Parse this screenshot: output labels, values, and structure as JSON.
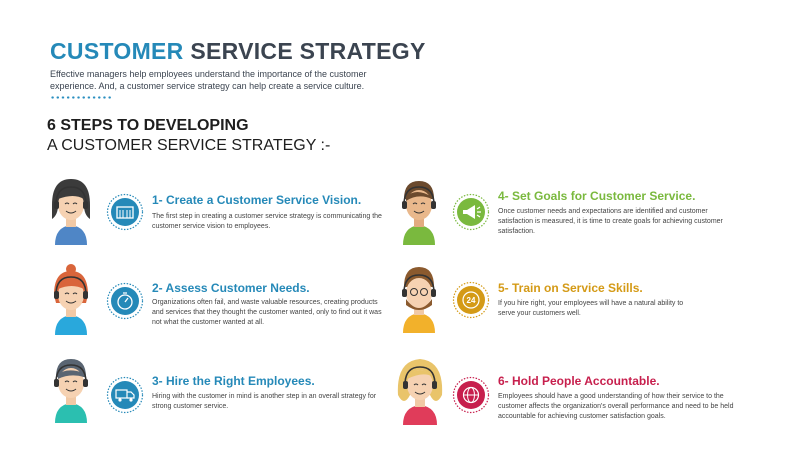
{
  "header": {
    "title_accent": "CUSTOMER",
    "title_rest": "SERVICE STRATEGY",
    "intro": "Effective managers help employees understand the importance of the customer experience. And, a customer service strategy can help create a service culture."
  },
  "section": {
    "heading_line1": "6 STEPS TO DEVELOPING",
    "heading_line2": "A CUSTOMER SERVICE STRATEGY :-"
  },
  "steps": [
    {
      "title": "1- Create a Customer Service Vision.",
      "desc": "The first step in creating a customer service strategy is communicating the customer service vision to employees.",
      "color": "#2589b8",
      "icon": "building-icon"
    },
    {
      "title": "2- Assess Customer Needs.",
      "desc": "Organizations often fail, and waste valuable resources, creating products and services that they thought the customer wanted, only to find out it was not what the customer wanted at all.",
      "color": "#2589b8",
      "icon": "stopwatch-icon"
    },
    {
      "title": "3- Hire the Right Employees.",
      "desc": "Hiring with the customer in mind is another step in an overall strategy for strong customer service.",
      "color": "#2589b8",
      "icon": "delivery-truck-icon"
    },
    {
      "title": "4- Set Goals for Customer Service.",
      "desc": "Once customer needs and expectations are identified and customer satisfaction is measured, it is time to create goals for achieving customer satisfaction.",
      "color": "#7ab93e",
      "icon": "megaphone-icon"
    },
    {
      "title": "5- Train on Service Skills.",
      "desc": "If you hire right, your employees will have a natural ability to serve your customers well.",
      "color": "#d49a16",
      "icon": "support-24-icon"
    },
    {
      "title": "6- Hold People Accountable.",
      "desc": "Employees should have a good understanding of how their service to the customer affects the organization's overall performance and need to be held accountable for achieving customer satisfaction goals.",
      "color": "#c71f4d",
      "icon": "globe-icon"
    }
  ]
}
